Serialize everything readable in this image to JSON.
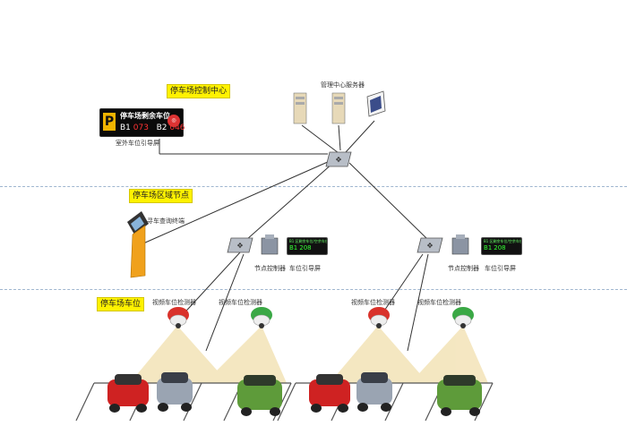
{
  "labels": {
    "control_center": "停车场控制中心",
    "regional_node": "停车场区域节点",
    "parking_spaces": "停车场车位"
  },
  "texts": {
    "server": "管理中心服务器",
    "outdoor_guide": "室外车位引导屏",
    "query_terminal": "寻车查询终端",
    "node_controller": "节点控制器",
    "space_guide_screen": "车位引导屏",
    "video_detector": "视频车位检测器"
  },
  "big_sign": {
    "icon": "P",
    "title": "停车场剩余车位",
    "b1_label": "B1",
    "b1_value": "073",
    "b2_label": "B2",
    "b2_value": "046"
  },
  "guide_led": {
    "top": "B1 区剩余车位/空余车位",
    "left_value": "B1",
    "right_value": "208"
  },
  "colors": {
    "label_yellow": "#fff200",
    "dashed_line": "#9fb6cf",
    "red_indicator": "#d9322b",
    "green_indicator": "#3aa845",
    "detection_cone": "#f3e3b7"
  }
}
